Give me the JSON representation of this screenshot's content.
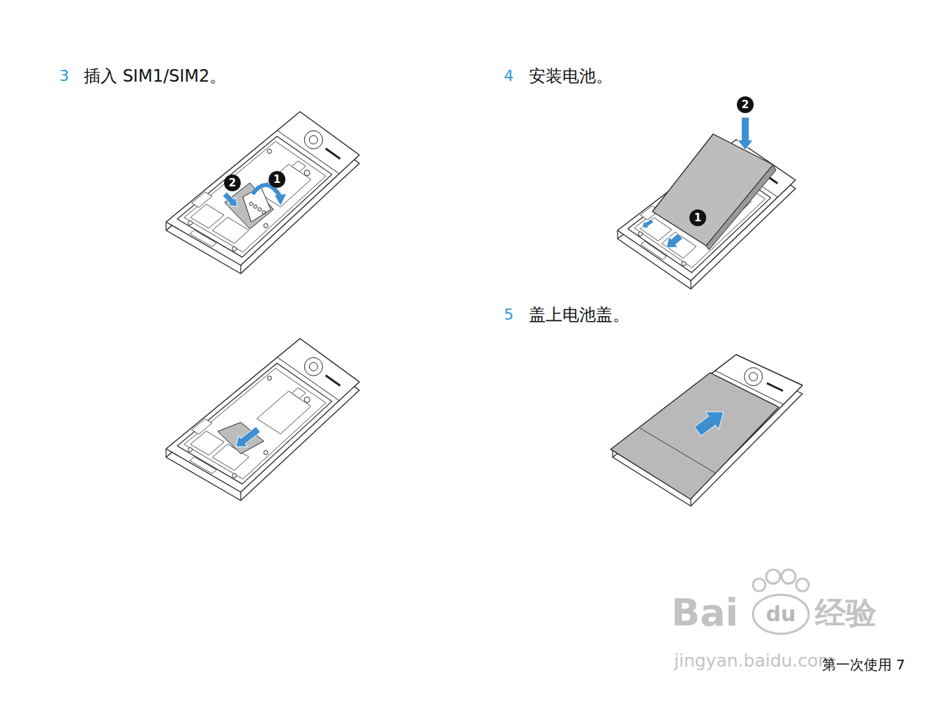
{
  "diagram": {
    "labels": [
      "3",
      "插入 SIM1/SIM2。",
      "2",
      "1",
      "4",
      "安装电池。",
      "2",
      "1",
      "5",
      "盖上电池盖。",
      "Bai",
      "du",
      "经验",
      "jingyan.baidu.com",
      "第一次使用 7"
    ]
  }
}
